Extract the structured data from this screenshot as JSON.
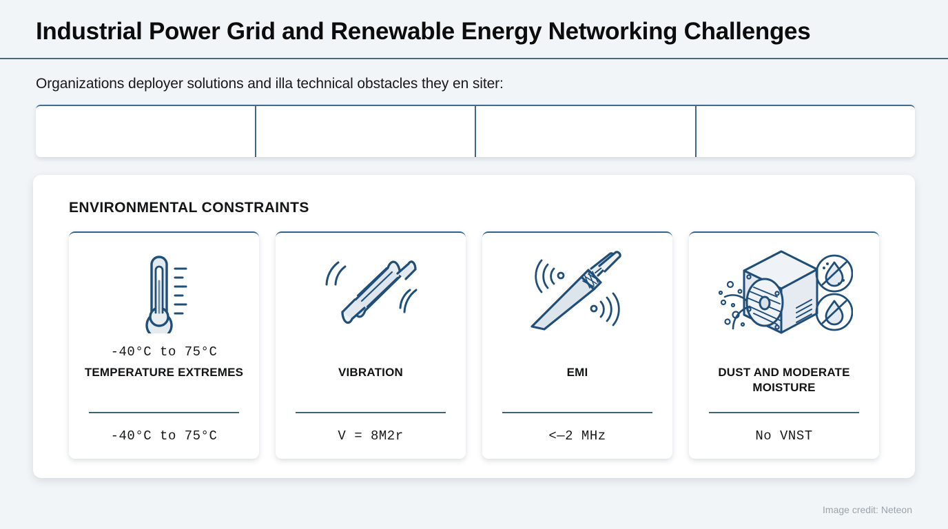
{
  "header": {
    "title": "Industrial Power Grid and Renewable Energy Networking Challenges",
    "subtitle": "Organizations deployer solutions and illa technical obstacles they en siter:"
  },
  "table_strip": {
    "cells": [
      "",
      "",
      "",
      ""
    ]
  },
  "panel": {
    "heading": "ENVIRONMENTAL CONSTRAINTS",
    "cards": [
      {
        "icon": "thermometer-icon",
        "value_top": "-40°C to 75°C",
        "title": "TEMPERATURE EXTREMES",
        "value_bottom": "-40°C to 75°C"
      },
      {
        "icon": "vibrating-motor-icon",
        "value_top": "",
        "title": "VIBRATION",
        "value_bottom": "V = 8M2r"
      },
      {
        "icon": "shielded-cable-emi-icon",
        "value_top": "",
        "title": "EMI",
        "value_bottom": "<—2 MHz"
      },
      {
        "icon": "dust-moisture-enclosure-icon",
        "value_top": "",
        "title": "DUST AND MODERATE MOISTURE",
        "value_bottom": "No VNST"
      }
    ]
  },
  "footer": {
    "credit": "Image credit: Neteon"
  },
  "colors": {
    "page_background": "#f2f5f7",
    "rule": "#4a6b7c",
    "card_accent": "#2f6191",
    "divider": "#3f6475",
    "icon_stroke": "#1f4e79",
    "icon_fill": "#dde4ea",
    "credit_text": "#9aa3ab"
  }
}
